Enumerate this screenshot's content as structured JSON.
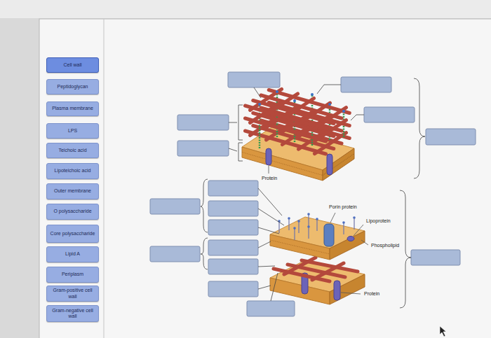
{
  "diagram": {
    "nodes": [
      {
        "text": [
          "Cell wall"
        ]
      },
      {
        "text": [
          "Peptidoglycan"
        ]
      },
      {
        "text": [
          "Plasma membrane"
        ]
      },
      {
        "text": [
          "LPS"
        ]
      },
      {
        "text": [
          "Teichoic acid"
        ]
      },
      {
        "text": [
          "Lipoteichoic acid"
        ]
      },
      {
        "text": [
          "Outer membrane"
        ]
      },
      {
        "text": [
          "O polysaccharide"
        ]
      },
      {
        "text": [
          "Core polysaccharide"
        ]
      },
      {
        "text": [
          "Lipid A"
        ]
      },
      {
        "text": [
          "Periplasm"
        ]
      },
      {
        "text": [
          "Gram-positive cell wall"
        ]
      },
      {
        "text": [
          "Gram-negative cell wall"
        ]
      }
    ],
    "edges": [],
    "labels": [
      "Protein",
      "Porin protein",
      "Lipoprotein",
      "Phospholipid",
      "Protein"
    ]
  }
}
